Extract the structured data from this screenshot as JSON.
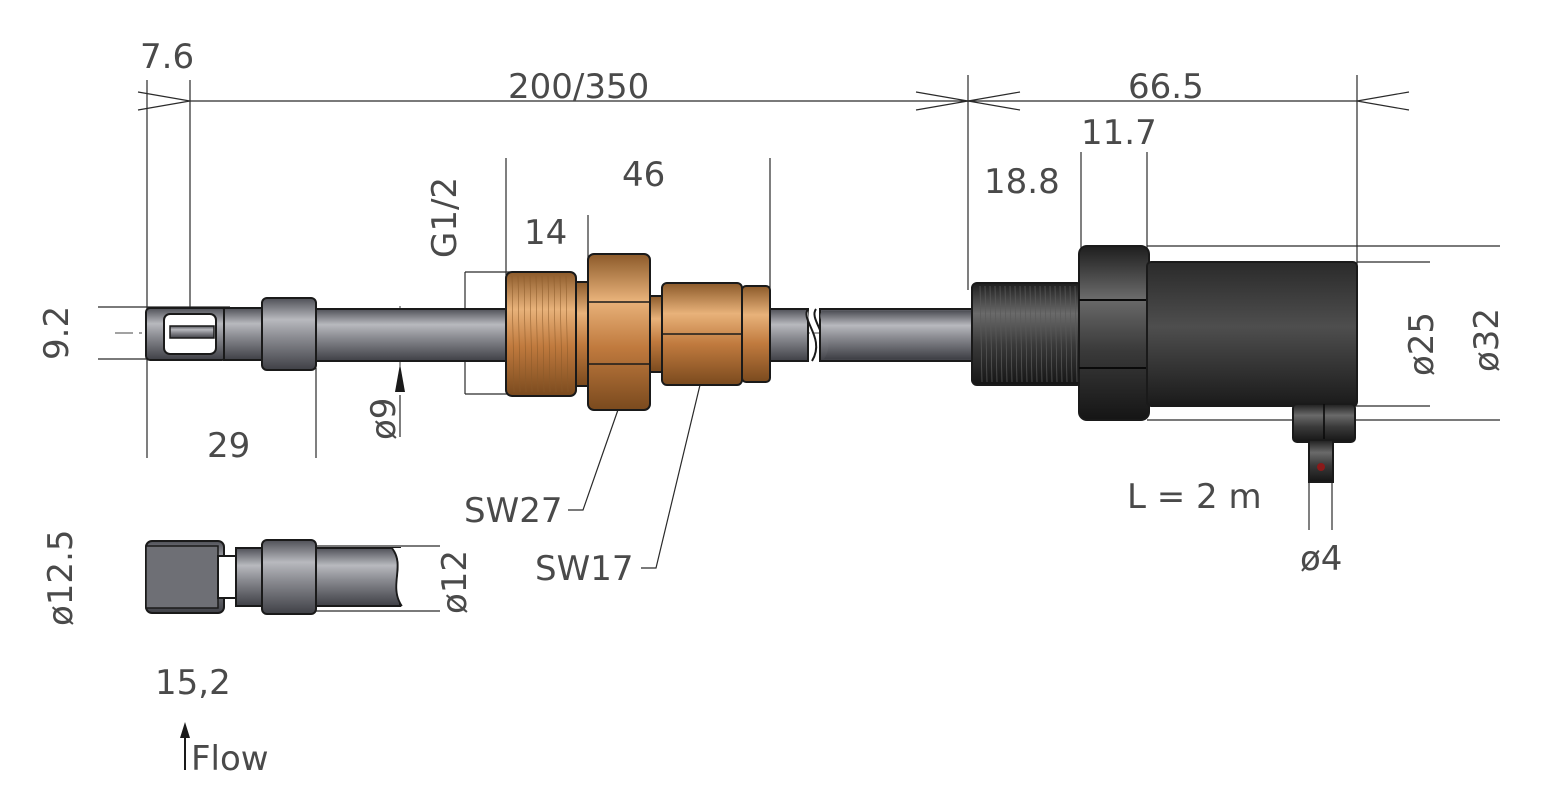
{
  "labels": {
    "probe_tip_width": "7.6",
    "overall_length": "200/350",
    "housing_length": "66.5",
    "nut_width": "11.7",
    "fitting_length": "46",
    "housing_thread_length": "18.8",
    "process_thread": "G1/2",
    "thread_length": "14",
    "tip_diameter_height": "9.2",
    "tip_length": "29",
    "rod_diameter": "ø9",
    "wrench_large": "SW27",
    "wrench_small": "SW17",
    "housing_inner_diameter": "ø25",
    "housing_outer_diameter": "ø32",
    "cable_length": "L = 2 m",
    "cable_diameter": "ø4",
    "detail_diameter": "ø12.5",
    "detail_rod_diameter": "ø12",
    "detail_length": "15,2",
    "flow_label": "Flow"
  },
  "colors": {
    "steel": "#7e7f86",
    "brass": "#c9884a",
    "housing": "#3c3c3c",
    "dimension_text": "#4a4a4a"
  }
}
